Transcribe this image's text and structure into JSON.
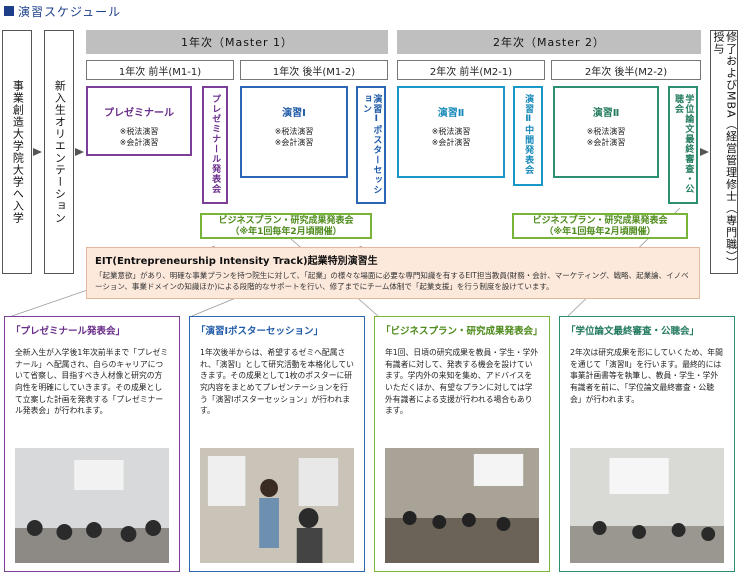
{
  "title": "演習スケジュール",
  "left_col": {
    "enroll": "事業創造大学院大学へ入学",
    "orientation": "新入生オリエンテーション"
  },
  "right_col": {
    "completion": "修了およびMBA（経営管理修士（専門職））授与"
  },
  "years": [
    {
      "label": "1年次（Master 1）",
      "halves": [
        "1年次 前半(M1-1)",
        "1年次 後半(M1-2)"
      ]
    },
    {
      "label": "2年次（Master 2）",
      "halves": [
        "2年次 前半(M2-1)",
        "2年次 後半(M2-2)"
      ]
    }
  ],
  "stages": [
    {
      "name": "プレゼミナール",
      "items": [
        "※税法演習",
        "※会計演習"
      ],
      "event": "プレゼミナール発表会"
    },
    {
      "name": "演習Ⅰ",
      "items": [
        "※税法演習",
        "※会計演習"
      ],
      "event": "演習Ⅰポスターセッション"
    },
    {
      "name": "演習Ⅱ",
      "items": [
        "※税法演習",
        "※会計演習"
      ],
      "event": "演習Ⅱ中間発表会"
    },
    {
      "name": "演習Ⅱ",
      "items": [
        "※税法演習",
        "※会計演習"
      ],
      "event": "学位論文最終審査・公聴会"
    }
  ],
  "business_plan": {
    "line1": "ビジネスプラン・研究成果発表会",
    "line2": "（※年1回毎年2月頃開催）"
  },
  "eit": {
    "heading": "EIT(Entrepreneurship Intensity Track)起業特別演習生",
    "body": "「起業意欲」があり、明確な事業プランを持つ院生に対して、「起業」の様々な場面に必要な専門知識を有するEIT担当教員(財務・会計、マーケティング、戦略、起業論、イノベーション、事業ドメインの知識ほか)による段階的なサポートを行い、修了までにチーム体制で「起業支援」を行う制度を設けています。"
  },
  "cards": [
    {
      "heading": "「プレゼミナール発表会」",
      "body": "全新入生が入学後1年次前半まで「プレゼミナール」へ配属され、自らのキャリアについて省察し、目指すべき人材像と研究の方向性を明確にしていきます。その成果として立案した計画を発表する「プレゼミナール発表会」が行われます。"
    },
    {
      "heading": "「演習Ⅰポスターセッション」",
      "body": "1年次後半からは、希望するゼミへ配属され、「演習Ⅰ」として研究活動を本格化していきます。その成果として1枚のポスターに研究内容をまとめてプレゼンテーションを行う「演習Ⅰポスターセッション」が行われます。"
    },
    {
      "heading": "「ビジネスプラン・研究成果発表会」",
      "body": "年1回、日頃の研究成果を教員・学生・学外有識者に対して、発表する機会を設けています。学内外の来知を集め、アドバイスをいただくほか、有望なプランに対しては学外有識者による支援が行われる場合もあります。"
    },
    {
      "heading": "「学位論文最終審査・公聴会」",
      "body": "2年次は研究成果を形にしていくため、年間を通じて「演習Ⅱ」を行います。最終的には事業計画書等を執筆し、教員・学生・学外有識者を前に、「学位論文最終審査・公聴会」が行われます。"
    }
  ]
}
